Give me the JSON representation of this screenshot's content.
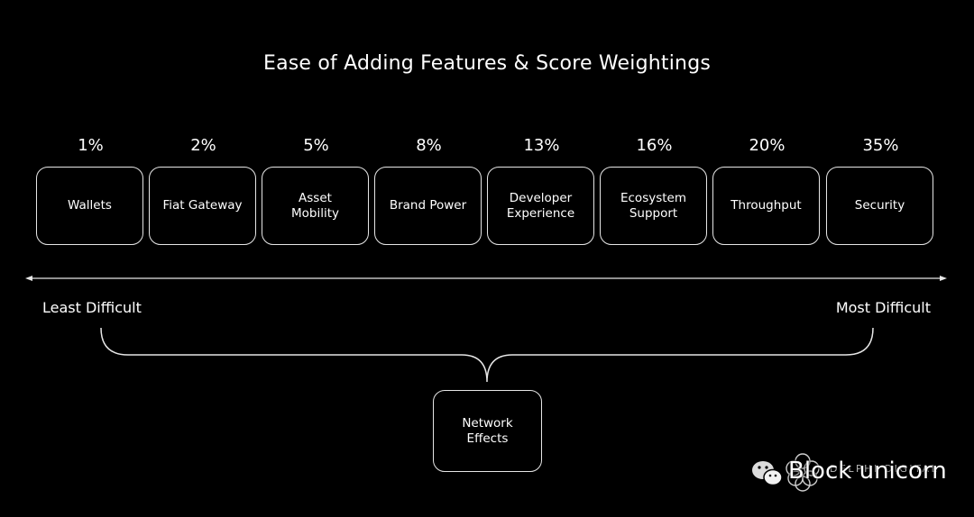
{
  "title": "Ease of Adding Features & Score Weightings",
  "features": [
    {
      "weight": "1%",
      "label": "Wallets"
    },
    {
      "weight": "2%",
      "label": "Fiat Gateway"
    },
    {
      "weight": "5%",
      "label": "Asset\nMobility"
    },
    {
      "weight": "8%",
      "label": "Brand Power"
    },
    {
      "weight": "13%",
      "label": "Developer\nExperience"
    },
    {
      "weight": "16%",
      "label": "Ecosystem\nSupport"
    },
    {
      "weight": "20%",
      "label": "Throughput"
    },
    {
      "weight": "35%",
      "label": "Security"
    }
  ],
  "axis": {
    "left_label": "Least Difficult",
    "right_label": "Most Difficult"
  },
  "bracket_target": "Network\nEffects",
  "watermark": {
    "logo_text": "DELPHI DIGITAL",
    "text": "Block unicorn",
    "icon": "wechat-icon"
  },
  "colors": {
    "background": "#000000",
    "foreground": "#ffffff",
    "border": "#e6e6e6"
  }
}
